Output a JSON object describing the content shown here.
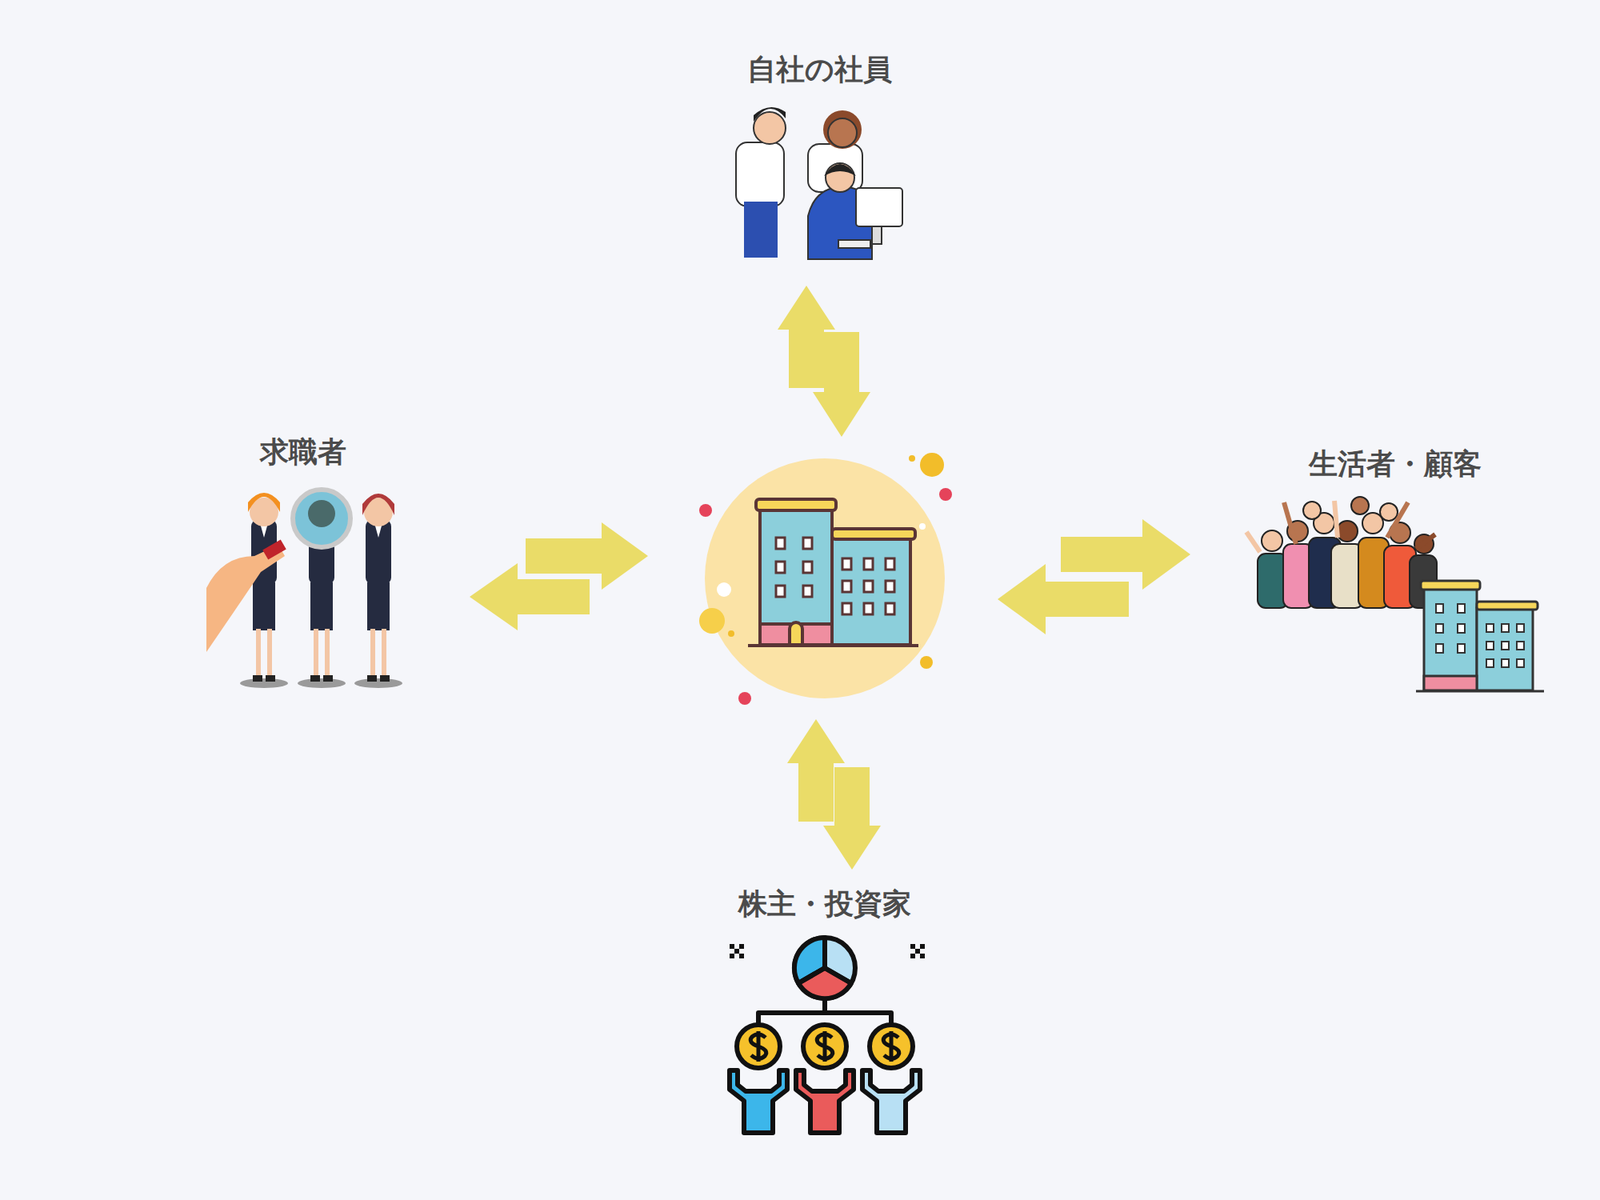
{
  "diagram": {
    "nodes": [
      {
        "text": [
          "自社の社員"
        ]
      },
      {
        "text": [
          "求職者"
        ]
      },
      {
        "text": [
          "生活者・顧客"
        ]
      },
      {
        "text": [
          "株主・投資家"
        ]
      }
    ]
  }
}
